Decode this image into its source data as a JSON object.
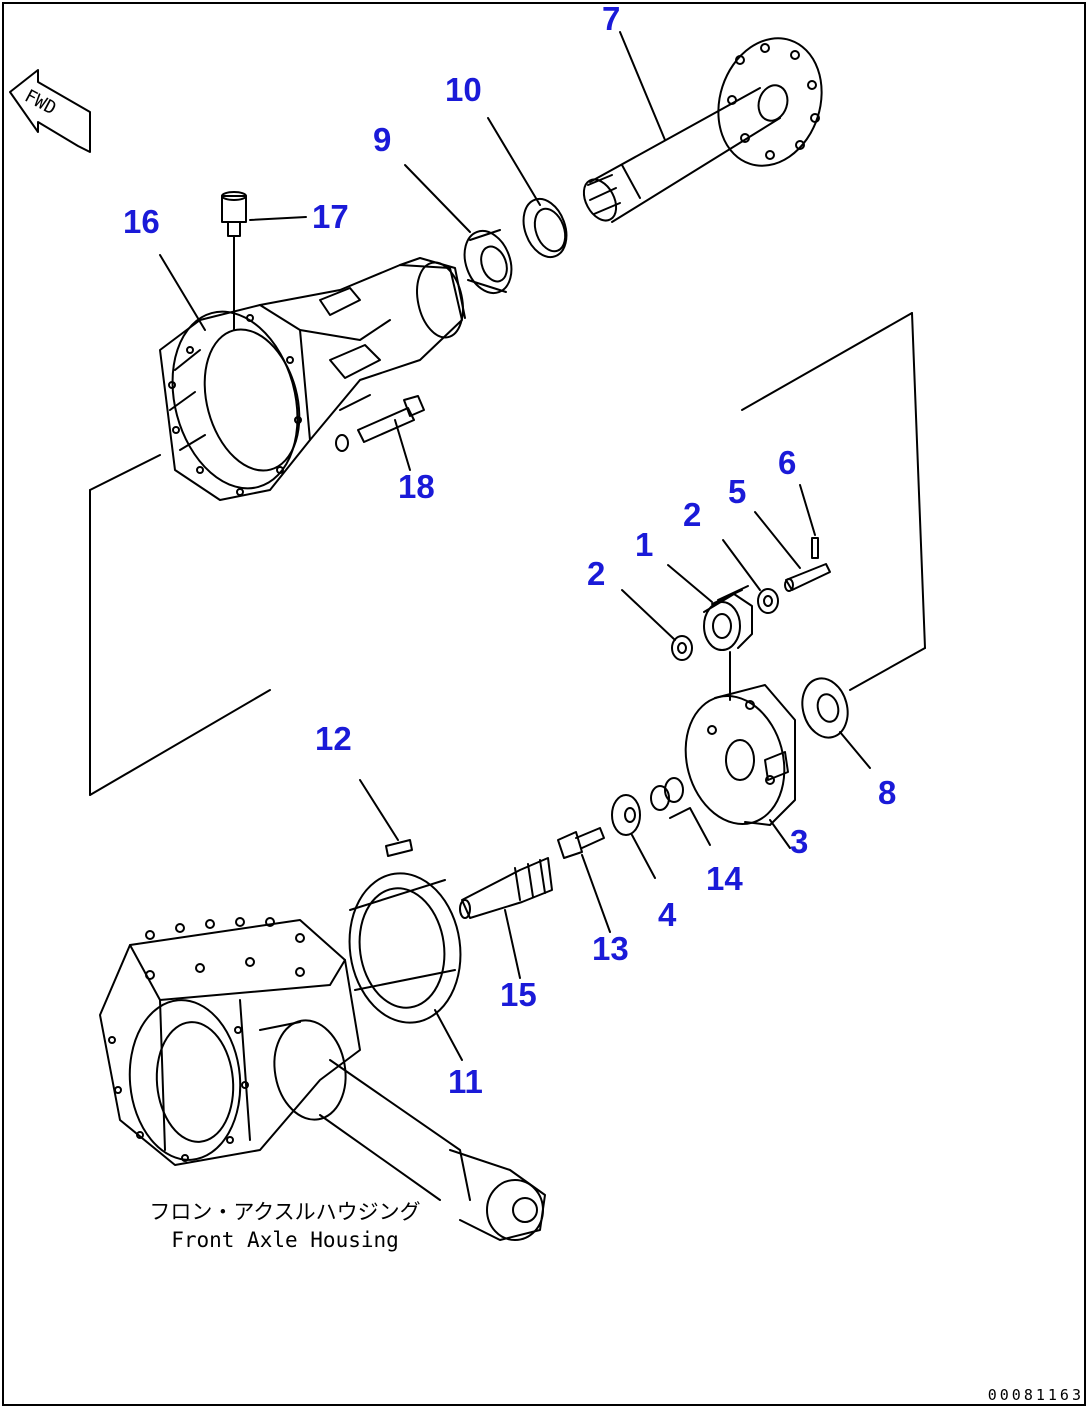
{
  "drawing_number": "00081163",
  "fwd_label": "FWD",
  "housing_caption_jp": "フロン・アクスルハウジング",
  "housing_caption_en": "Front Axle Housing",
  "callout_color": "#1a1ad8",
  "callouts": [
    {
      "id": "c7",
      "text": "7"
    },
    {
      "id": "c10",
      "text": "10"
    },
    {
      "id": "c9",
      "text": "9"
    },
    {
      "id": "c16",
      "text": "16"
    },
    {
      "id": "c17",
      "text": "17"
    },
    {
      "id": "c18",
      "text": "18"
    },
    {
      "id": "c6",
      "text": "6"
    },
    {
      "id": "c5",
      "text": "5"
    },
    {
      "id": "c2a",
      "text": "2"
    },
    {
      "id": "c1",
      "text": "1"
    },
    {
      "id": "c2b",
      "text": "2"
    },
    {
      "id": "c12",
      "text": "12"
    },
    {
      "id": "c8",
      "text": "8"
    },
    {
      "id": "c3",
      "text": "3"
    },
    {
      "id": "c14",
      "text": "14"
    },
    {
      "id": "c4",
      "text": "4"
    },
    {
      "id": "c13",
      "text": "13"
    },
    {
      "id": "c15",
      "text": "15"
    },
    {
      "id": "c11",
      "text": "11"
    }
  ]
}
